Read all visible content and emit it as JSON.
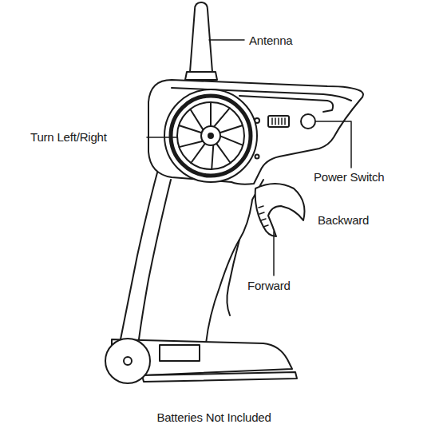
{
  "diagram": {
    "caption": "Batteries Not Included",
    "labels": [
      "Antenna",
      "Turn Left/Right",
      "Power Switch",
      "Backward",
      "Forward"
    ]
  }
}
